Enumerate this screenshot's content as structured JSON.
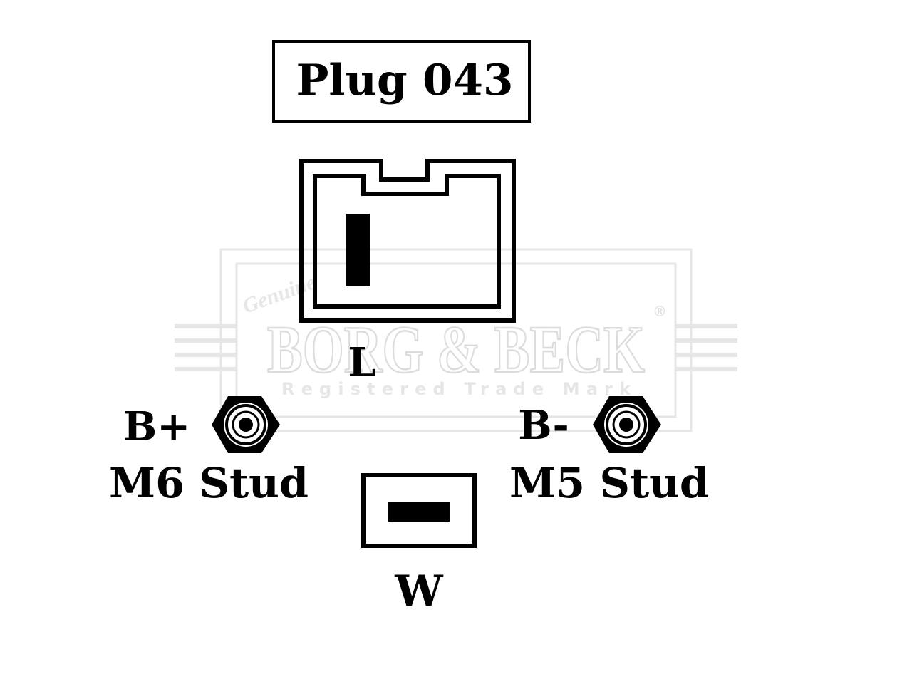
{
  "title": "Plug 043",
  "terminals": {
    "plug_pin": "L",
    "positive_terminal": "B+",
    "positive_stud": "M6 Stud",
    "negative_terminal": "B-",
    "negative_stud": "M5 Stud",
    "w_terminal": "W"
  },
  "watermark": {
    "script_text": "Genuine",
    "brand": "BORG & BECK",
    "registered_mark": "®",
    "subtitle": "Registered Trade Mark"
  },
  "colors": {
    "ink": "#000000",
    "watermark": "#e6e6e6",
    "background": "#ffffff"
  }
}
